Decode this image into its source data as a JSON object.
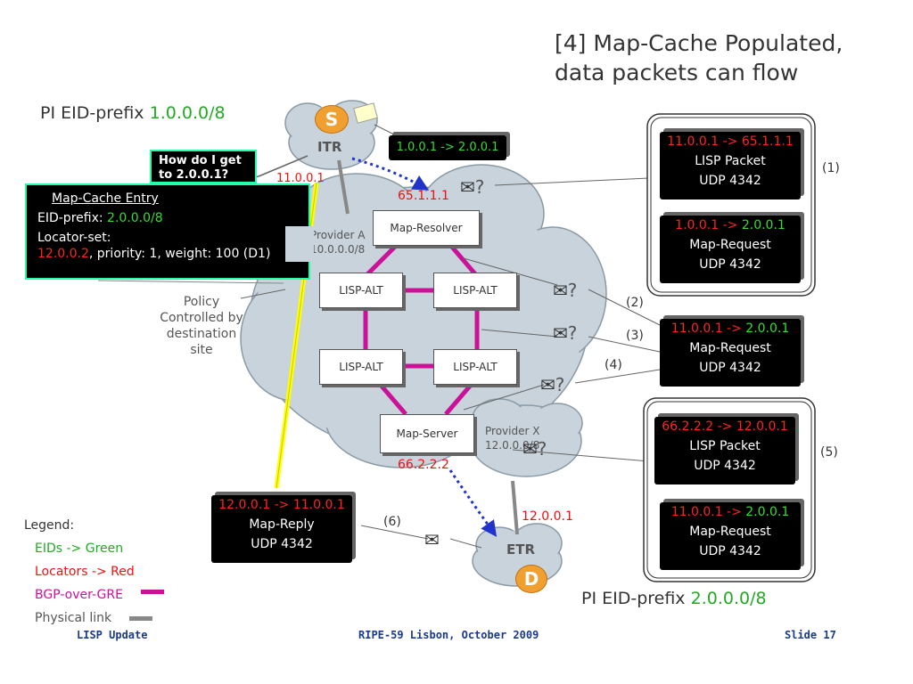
{
  "title_line1": "[4] Map-Cache Populated,",
  "title_line2": "data packets can flow",
  "pi_src": {
    "label": "PI EID-prefix",
    "prefix": "1.0.0.0/8"
  },
  "pi_dst": {
    "label": "PI EID-prefix",
    "prefix": "2.0.0.0/8"
  },
  "itr": {
    "label": "ITR",
    "site": "S",
    "locator": "11.0.0.1"
  },
  "etr": {
    "label": "ETR",
    "site": "D",
    "locator": "12.0.0.1"
  },
  "flow_box": "1.0.0.1 -> 2.0.0.1",
  "question_box": {
    "line1": "How do I get",
    "line2": "to 2.0.0.1?"
  },
  "map_cache": {
    "heading": "Map-Cache Entry",
    "eid_label": "EID-prefix:",
    "eid_value": "2.0.0.0/8",
    "locator_label": "Locator-set:",
    "locator_value": "12.0.0.2",
    "locator_rest": ", priority: 1, weight: 100 (D1)"
  },
  "policy_text": [
    "Policy",
    "Controlled by",
    "destination",
    "site"
  ],
  "provider_a": {
    "line1": "Provider A",
    "line2": "10.0.0.0/8"
  },
  "provider_x": {
    "line1": "Provider X",
    "line2": "12.0.0.0/8"
  },
  "map_resolver": {
    "label": "Map-Resolver",
    "addr": "65.1.1.1"
  },
  "map_server": {
    "label": "Map-Server",
    "addr": "66.2.2.2"
  },
  "alt_nodes": [
    "LISP-ALT",
    "LISP-ALT",
    "LISP-ALT",
    "LISP-ALT"
  ],
  "packets": {
    "p1": {
      "outer": "11.0.0.1 -> 65.1.1.1",
      "l2": "LISP Packet",
      "l3": "UDP 4342",
      "inner": "1.0.0.1 -> 2.0.0.1",
      "i2": "Map-Request",
      "i3": "UDP 4342"
    },
    "p3": {
      "outer": "11.0.0.1 -> 2.0.0.1",
      "l2": "Map-Request",
      "l3": "UDP 4342"
    },
    "p5": {
      "outer": "66.2.2.2 -> 12.0.0.1",
      "l2": "LISP Packet",
      "l3": "UDP 4342",
      "inner": "11.0.0.1 -> 2.0.0.1",
      "i2": "Map-Request",
      "i3": "UDP 4342"
    },
    "p6": {
      "outer": "12.0.0.1 -> 11.0.0.1",
      "l2": "Map-Reply",
      "l3": "UDP 4342"
    }
  },
  "step_tags": [
    "(1)",
    "(2)",
    "(3)",
    "(4)",
    "(5)",
    "(6)"
  ],
  "legend": {
    "title": "Legend:",
    "eids": "EIDs -> Green",
    "locators": "Locators -> Red",
    "bgp": "BGP-over-GRE",
    "physical": "Physical link"
  },
  "footer": {
    "left": "LISP Update",
    "center": "RIPE-59 Lisbon, October 2009",
    "right": "Slide 17"
  },
  "colors": {
    "bgp": "#cc1199",
    "physical": "#888888",
    "cloud": "#c8d3dc",
    "eid": "#22aa22",
    "locator": "#ee1111",
    "footer": "#1a3a8a",
    "site": "#f0a030"
  }
}
